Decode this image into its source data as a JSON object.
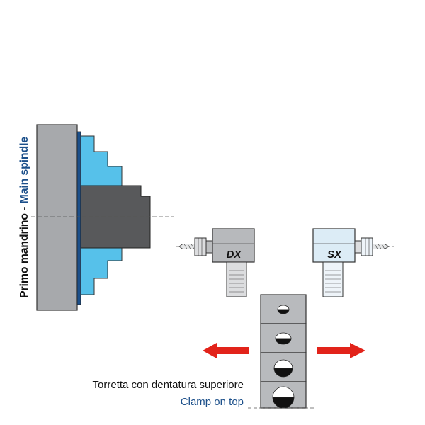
{
  "labels": {
    "spindle_it": "Primo mandrino",
    "separator": " - ",
    "spindle_en": "Main spindle",
    "holder_right": "DX",
    "holder_left": "SX",
    "turret_it": "Torretta con dentatura superiore",
    "turret_en": "Clamp on top"
  },
  "colors": {
    "spindle_body": "#a7a9ac",
    "chuck_jaws": "#56c1ea",
    "workpiece": "#58595b",
    "spindle_flange": "#1b4f8a",
    "holder_dx_body": "#b7b9bc",
    "holder_sx_body": "#dcecf6",
    "turret_block": "#b8babd",
    "arrow": "#e2231a",
    "label_blue": "#1b4f8a"
  },
  "icons": [
    "left-arrow-icon",
    "right-arrow-icon"
  ]
}
